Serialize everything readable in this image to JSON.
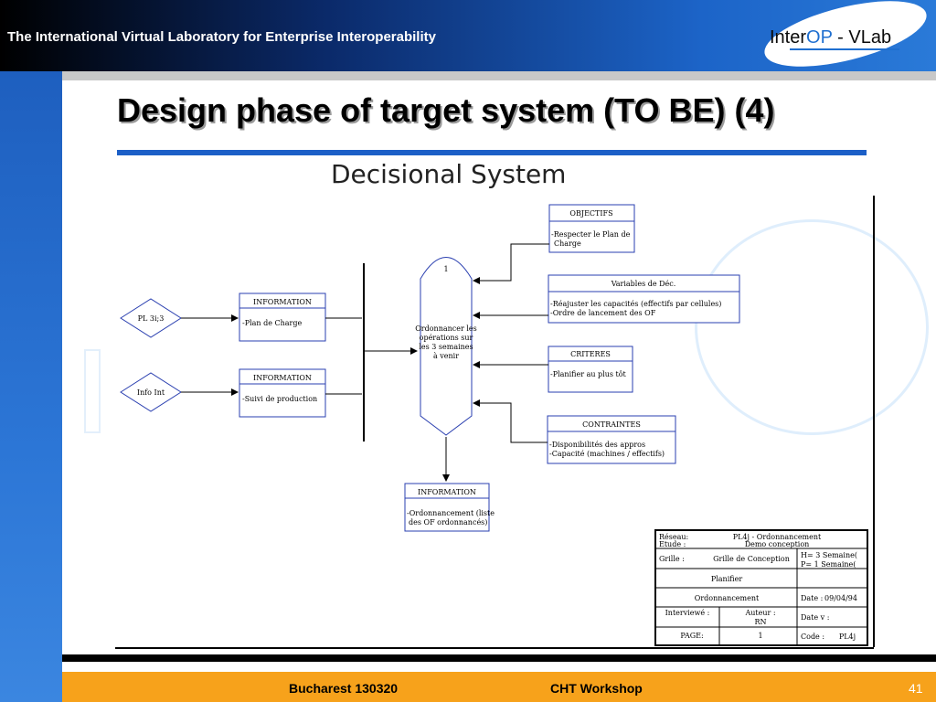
{
  "header": {
    "title": "The International Virtual Laboratory for Enterprise Interoperability",
    "logo_inter": "Inter",
    "logo_op": "OP",
    "logo_vlab": " - VLab"
  },
  "slide": {
    "title": "Design phase of target system (TO BE) (4)",
    "subtitle": "Decisional System"
  },
  "diagram": {
    "center_node": {
      "index": "1",
      "lines": [
        "Ordonnancer les",
        "opérations sur",
        "les 3 semaines",
        "à venir"
      ]
    },
    "external_inputs": [
      {
        "label": "PL 3i;3"
      },
      {
        "label": "Info Int"
      }
    ],
    "input_boxes": [
      {
        "header": "INFORMATION",
        "items": [
          "-Plan de Charge"
        ]
      },
      {
        "header": "INFORMATION",
        "items": [
          "-Suivi de production"
        ]
      }
    ],
    "right_boxes": [
      {
        "header": "OBJECTIFS",
        "items": [
          "-Respecter le Plan de",
          "Charge"
        ]
      },
      {
        "header": "Variables de Déc.",
        "items": [
          "-Réajuster les capacités (effectifs par cellules)",
          "-Ordre de lancement des OF"
        ]
      },
      {
        "header": "CRITERES",
        "items": [
          "-Planifier au plus tôt"
        ]
      },
      {
        "header": "CONTRAINTES",
        "items": [
          "-Disponibilités des appros",
          "-Capacité (machines / effectifs)"
        ]
      }
    ],
    "output_box": {
      "header": "INFORMATION",
      "items": [
        "-Ordonnancement (liste",
        "des OF ordonnancés)"
      ]
    },
    "grid": {
      "reseau_label": "Réseau:",
      "reseau_value": "PL4j - Ordonnancement",
      "etude_label": "Etude :",
      "etude_value": "Demo conception",
      "grille_label": "Grille :",
      "grille_value": "Grille de Conception",
      "h_line1": "H= 3   Semaine(",
      "p_line1": "P= 1   Semaine(",
      "planifier": "Planifier",
      "ordonnancement": "Ordonnancement",
      "date_label": "Date :",
      "date_value": "09/04/94",
      "interviewe": "Interviewé :",
      "auteur_label": "Auteur :",
      "auteur_value": "RN",
      "datev_label": "Date v :",
      "page_label": "PAGE:",
      "page_value": "1",
      "code_label": "Code :",
      "code_value": "PL4j"
    }
  },
  "footer": {
    "location": "Bucharest  130320",
    "event": "CHT Workshop",
    "page_number": "41"
  }
}
